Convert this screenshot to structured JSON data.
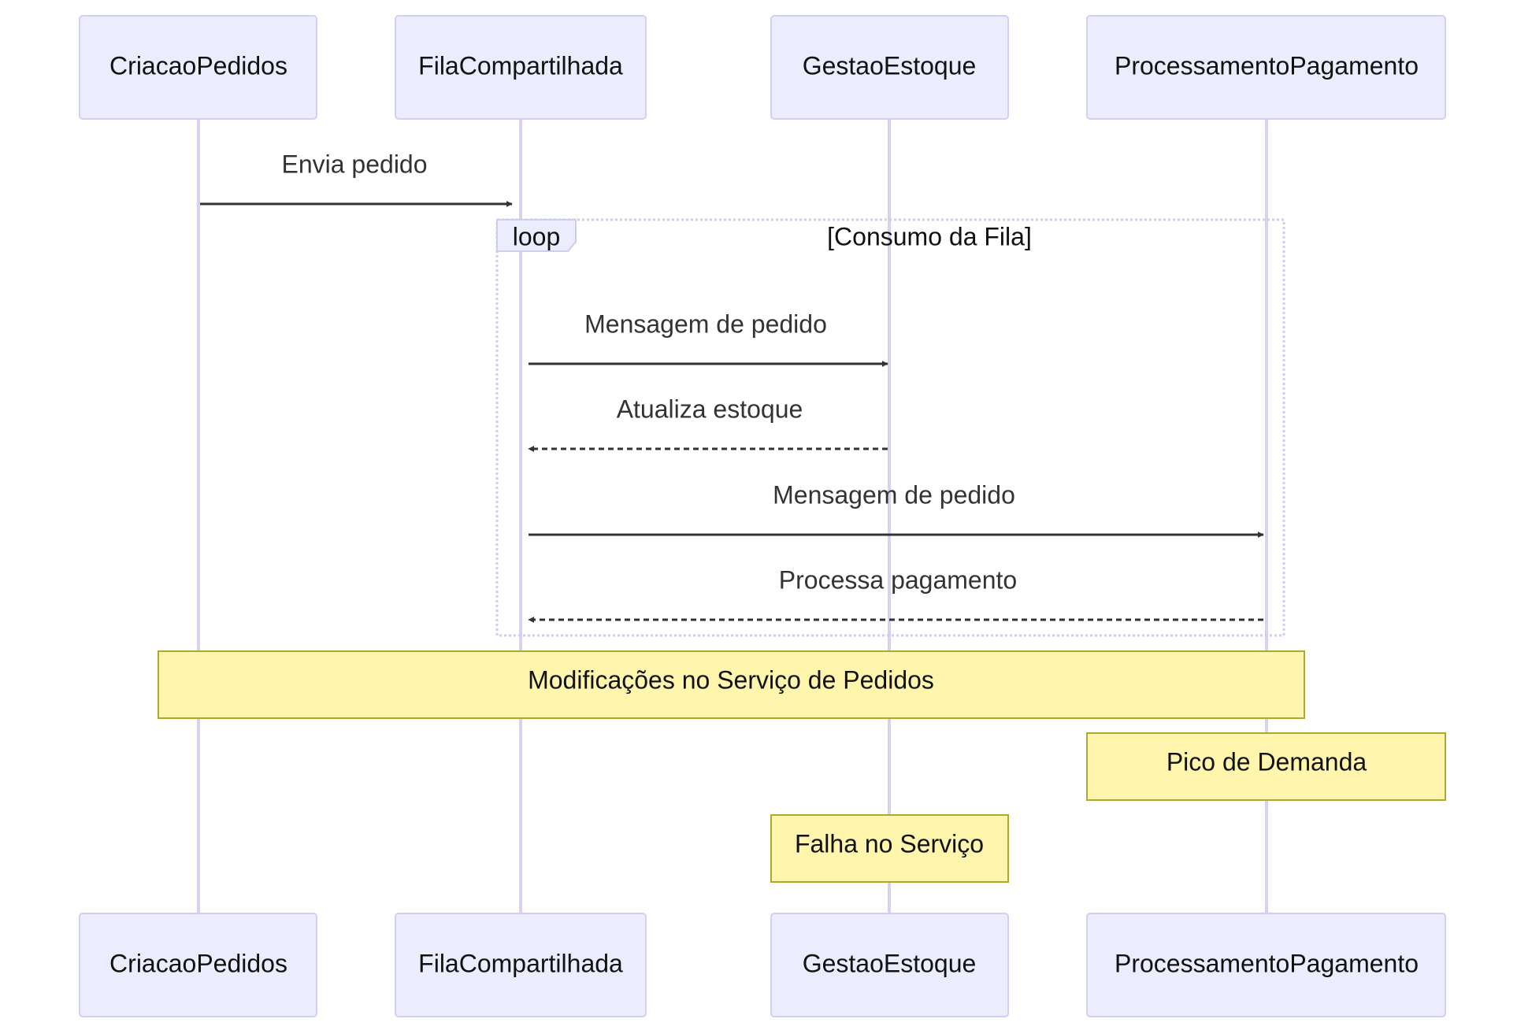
{
  "participants": [
    {
      "id": "criacao",
      "label": "CriacaoPedidos"
    },
    {
      "id": "fila",
      "label": "FilaCompartilhada"
    },
    {
      "id": "estoque",
      "label": "GestaoEstoque"
    },
    {
      "id": "pagamento",
      "label": "ProcessamentoPagamento"
    }
  ],
  "messages": [
    {
      "from": "criacao",
      "to": "fila",
      "label": "Envia pedido",
      "style": "solid"
    },
    {
      "from": "fila",
      "to": "estoque",
      "label": "Mensagem de pedido",
      "style": "solid"
    },
    {
      "from": "estoque",
      "to": "fila",
      "label": "Atualiza estoque",
      "style": "dashed"
    },
    {
      "from": "fila",
      "to": "pagamento",
      "label": "Mensagem de pedido",
      "style": "solid"
    },
    {
      "from": "pagamento",
      "to": "fila",
      "label": "Processa pagamento",
      "style": "dashed"
    }
  ],
  "loop": {
    "keyword": "loop",
    "condition": "[Consumo da Fila]"
  },
  "notes": [
    {
      "text": "Modificações no Serviço de Pedidos"
    },
    {
      "text": "Pico de Demanda"
    },
    {
      "text": "Falha no Serviço"
    }
  ],
  "colors": {
    "actor_fill": "#ECECFF",
    "actor_border": "#d5cef3",
    "lifeline": "#d9d1f0",
    "arrow": "#333333",
    "note_fill": "#fff5ad",
    "note_border": "#aaaa33"
  }
}
